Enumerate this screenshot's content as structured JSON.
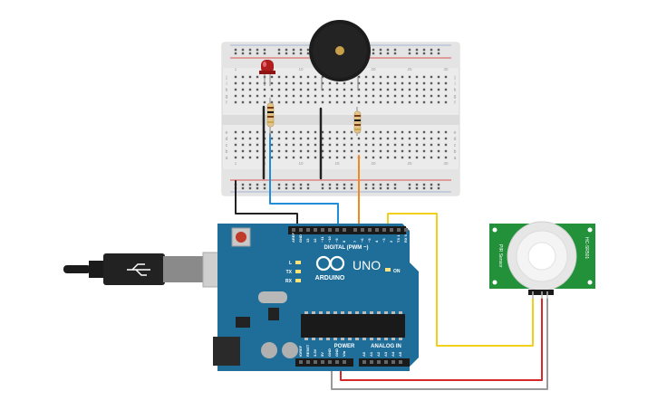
{
  "arduino": {
    "logo_text": "ARDUINO",
    "model": "UNO",
    "digital_header": "DIGITAL (PWM ~)",
    "power_header": "POWER",
    "analog_header": "ANALOG IN",
    "on_label": "ON",
    "led_l": "L",
    "led_tx": "TX",
    "led_rx": "RX",
    "digital_pins": [
      "AREF",
      "GND",
      "13",
      "12",
      "~11",
      "~10",
      "~9",
      "8",
      "7",
      "~6",
      "~5",
      "4",
      "~3",
      "2",
      "TX 1",
      "RX 0"
    ],
    "power_pins": [
      "IOREF",
      "RESET",
      "3.3V",
      "5V",
      "GND",
      "GND",
      "Vin"
    ],
    "analog_pins": [
      "A0",
      "A1",
      "A2",
      "A3",
      "A4",
      "A5"
    ]
  },
  "pir": {
    "label_left": "PIR Sensor",
    "label_right": "HC-SR501"
  },
  "breadboard": {
    "numbers": [
      "1",
      "5",
      "10",
      "15",
      "20",
      "25",
      "30"
    ],
    "rows": [
      "a",
      "b",
      "c",
      "d",
      "e",
      "f",
      "g",
      "h",
      "i",
      "j"
    ]
  },
  "colors": {
    "wire_black": "#222222",
    "wire_blue": "#1e8fd6",
    "wire_orange": "#f08a1c",
    "wire_yellow": "#f2d01a",
    "wire_red": "#d62828",
    "wire_gray": "#9a9a9a",
    "board_blue": "#1f6e9a",
    "pir_green": "#22913a"
  }
}
